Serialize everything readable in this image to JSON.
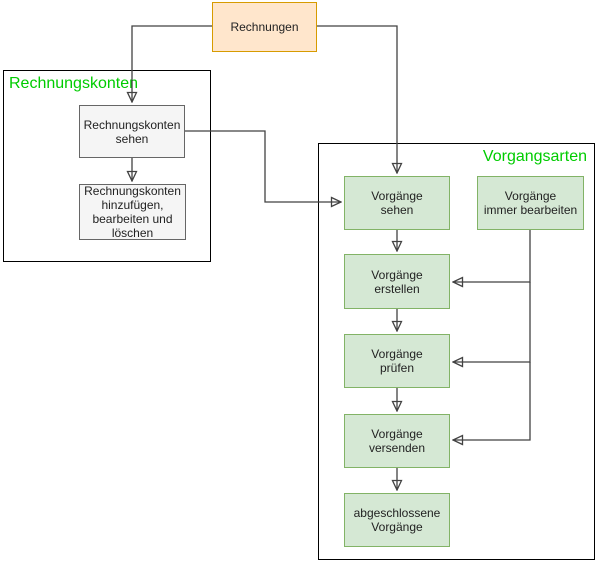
{
  "colors": {
    "background": "#FFFFFF",
    "group_border": "#000000",
    "group_title_text": "#00CC00",
    "connector": "#424242",
    "node_orange_fill": "#FFE6CC",
    "node_orange_border": "#D79B00",
    "node_gray_fill": "#F5F5F5",
    "node_gray_border": "#666666",
    "node_green_fill": "#D5E8D4",
    "node_green_border": "#82B366",
    "node_text": "#222222"
  },
  "groups": {
    "rechnungskonten": {
      "title": "Rechnungskonten"
    },
    "vorgangsarten": {
      "title": "Vorgangsarten"
    }
  },
  "nodes": {
    "rechnungen": {
      "label": "Rechnungen"
    },
    "rechnungskonten_sehen": {
      "label": [
        "Rechnungskonten",
        "sehen"
      ]
    },
    "rechnungskonten_verwalten": {
      "label": [
        "Rechnungskonten",
        "hinzufügen,",
        "bearbeiten und",
        "löschen"
      ]
    },
    "vorgaenge_sehen": {
      "label": [
        "Vorgänge",
        "sehen"
      ]
    },
    "vorgaenge_immer_bearbeiten": {
      "label": [
        "Vorgänge",
        "immer bearbeiten"
      ]
    },
    "vorgaenge_erstellen": {
      "label": [
        "Vorgänge",
        "erstellen"
      ]
    },
    "vorgaenge_pruefen": {
      "label": [
        "Vorgänge",
        "prüfen"
      ]
    },
    "vorgaenge_versenden": {
      "label": [
        "Vorgänge",
        "versenden"
      ]
    },
    "abgeschlossene_vorgaenge": {
      "label": [
        "abgeschlossene",
        "Vorgänge"
      ]
    }
  },
  "edges": [
    {
      "from": "rechnungen",
      "to": "rechnungskonten_sehen"
    },
    {
      "from": "rechnungen",
      "to": "vorgaenge_sehen"
    },
    {
      "from": "rechnungskonten_sehen",
      "to": "rechnungskonten_verwalten"
    },
    {
      "from": "rechnungskonten_sehen",
      "to": "vorgaenge_sehen"
    },
    {
      "from": "vorgaenge_sehen",
      "to": "vorgaenge_erstellen"
    },
    {
      "from": "vorgaenge_erstellen",
      "to": "vorgaenge_pruefen"
    },
    {
      "from": "vorgaenge_pruefen",
      "to": "vorgaenge_versenden"
    },
    {
      "from": "vorgaenge_versenden",
      "to": "abgeschlossene_vorgaenge"
    },
    {
      "from": "vorgaenge_immer_bearbeiten",
      "to": "vorgaenge_erstellen"
    },
    {
      "from": "vorgaenge_immer_bearbeiten",
      "to": "vorgaenge_pruefen"
    },
    {
      "from": "vorgaenge_immer_bearbeiten",
      "to": "vorgaenge_versenden"
    }
  ]
}
